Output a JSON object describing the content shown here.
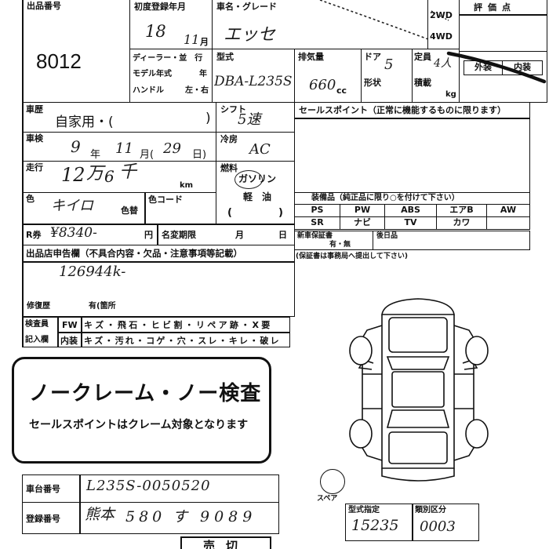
{
  "theme": {
    "ink": "#111111",
    "paper": "#ffffff"
  },
  "listing": {
    "label": "出品番号",
    "number": "8012"
  },
  "first_registration": {
    "label": "初度登録年月",
    "year": "18",
    "month": "11",
    "month_unit": "月"
  },
  "car_name": {
    "label": "車名・グレード",
    "value": "エッセ"
  },
  "drive": {
    "two_wd": "2WD",
    "four_wd": "4WD"
  },
  "score": {
    "label": "評価点",
    "exterior_label": "外装",
    "interior_label": "内装"
  },
  "dealer": {
    "dealer_label": "ディーラー・並　行",
    "model_year_label": "モデル年式",
    "model_year_unit": "年",
    "handle_label": "ハンドル",
    "handle_options": "左・右"
  },
  "model_type": {
    "label": "型式",
    "value": "DBA-L235S"
  },
  "displacement": {
    "label": "排気量",
    "value": "660",
    "unit": "cc"
  },
  "doors": {
    "label": "ドア",
    "value": "5",
    "shape_label": "形状"
  },
  "capacity": {
    "label": "定員",
    "value": "4人",
    "load_label": "積載",
    "load_unit": "kg"
  },
  "history": {
    "label": "車歴",
    "value": "自家用・(",
    "close": ")"
  },
  "shift": {
    "label": "シフト",
    "value": "5速"
  },
  "inspection": {
    "label": "車検",
    "year": "9",
    "year_unit": "年",
    "month": "11",
    "month_unit": "月(",
    "day": "29",
    "day_unit": "日)"
  },
  "air_conditioning": {
    "label": "冷房",
    "value": "AC"
  },
  "mileage": {
    "label": "走行",
    "man_value": "12",
    "man_unit": "万",
    "sen_value": "6",
    "sen_unit": "千",
    "unit": "km"
  },
  "fuel": {
    "label": "燃料",
    "gasoline": "ガソリン",
    "diesel": "軽　油",
    "other_open": "(",
    "other_close": ")"
  },
  "color": {
    "label": "色",
    "value": "キイロ",
    "change_label": "色替",
    "code_label": "色コード"
  },
  "sales_point": {
    "label": "セールスポイント（正常に機能するものに限ります）"
  },
  "equipment": {
    "label": "装備品（純正品に限り○を付けて下さい）",
    "row1": [
      "PS",
      "PW",
      "ABS",
      "エアB",
      "AW"
    ],
    "row2": [
      "SR",
      "ナビ",
      "TV",
      "カワ"
    ]
  },
  "recycle": {
    "label": "R券",
    "value": "¥8340-",
    "unit": "円",
    "name_change_label": "名変期限",
    "month_unit": "月",
    "day_unit": "日"
  },
  "warranty": {
    "label": "新車保証書",
    "options": "有・無",
    "later_label": "後日品",
    "note": "(保証書は事務局へ提出して下さい)"
  },
  "declaration": {
    "label": "出品店申告欄（不具合内容・欠品・注意事項等記載）",
    "text": "126944k-",
    "repair_label": "修復歴",
    "repair_value": "有(箇所"
  },
  "inspector": {
    "label_top": "検査員",
    "label_bottom": "記入欄",
    "rows": [
      {
        "part": "FW",
        "items": "キズ・飛石・ヒビ割・リペア跡・X要"
      },
      {
        "part": "内装",
        "items": "キズ・汚れ・コゲ・穴・スレ・キレ・破レ"
      }
    ]
  },
  "no_claim": {
    "title": "ノークレーム・ノー検査",
    "note": "セールスポイントはクレーム対象となります"
  },
  "spare": {
    "label": "スペア"
  },
  "chassis": {
    "label": "車台番号",
    "value": "L235S-0050520"
  },
  "registration": {
    "label": "登録番号",
    "region": "熊本",
    "class_no": "580",
    "kana": "す",
    "number": "9089"
  },
  "type_designation": {
    "label": "型式指定",
    "value": "15235",
    "class_label": "類別区分",
    "class_value": "0003"
  },
  "sale_type": {
    "label": "売切"
  }
}
